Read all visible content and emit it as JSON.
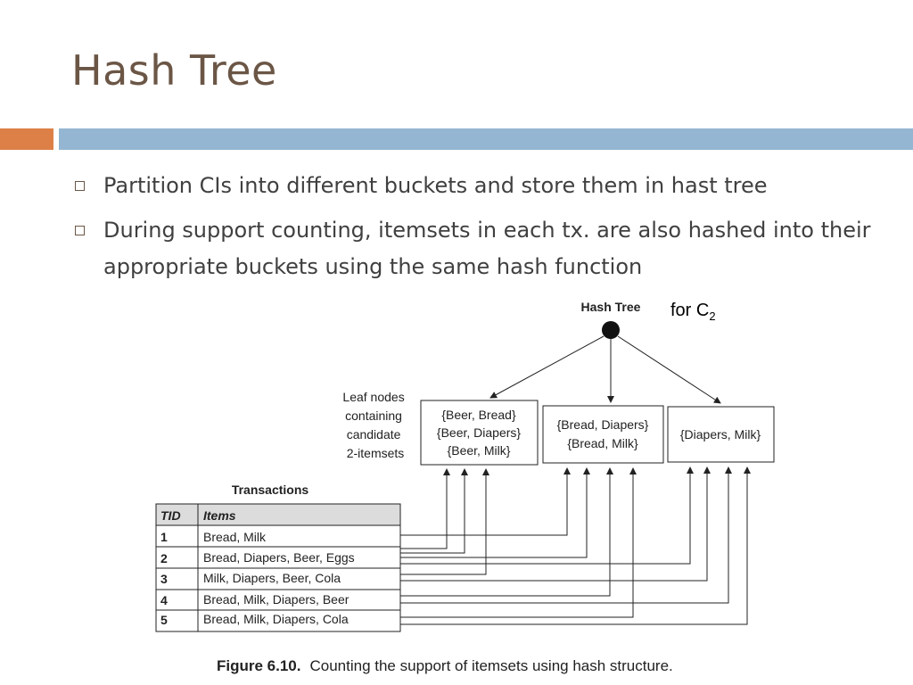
{
  "slide": {
    "title": "Hash Tree",
    "bullets": [
      "Partition CIs into different buckets and store them in hast tree",
      "During support counting, itemsets in each tx. are also hashed into their appropriate buckets using the same hash function"
    ]
  },
  "figure": {
    "hash_tree_label": "Hash Tree",
    "for_label": "for C",
    "for_subscript": "2",
    "leaf_label_lines": [
      "Leaf nodes",
      "containing",
      "candidate",
      "2-itemsets"
    ],
    "buckets": [
      [
        "{Beer, Bread}",
        "{Beer, Diapers}",
        "{Beer, Milk}"
      ],
      [
        "{Bread, Diapers}",
        "{Bread, Milk}"
      ],
      [
        "{Diapers, Milk}"
      ]
    ],
    "transactions_label": "Transactions",
    "table_headers": [
      "TID",
      "Items"
    ],
    "table_rows": [
      [
        "1",
        "Bread, Milk"
      ],
      [
        "2",
        "Bread, Diapers, Beer, Eggs"
      ],
      [
        "3",
        "Milk, Diapers, Beer, Cola"
      ],
      [
        "4",
        "Bread, Milk, Diapers, Beer"
      ],
      [
        "5",
        "Bread, Milk, Diapers, Cola"
      ]
    ],
    "caption_bold": "Figure 6.10.",
    "caption_text": "Counting the support of itemsets using hash structure."
  }
}
